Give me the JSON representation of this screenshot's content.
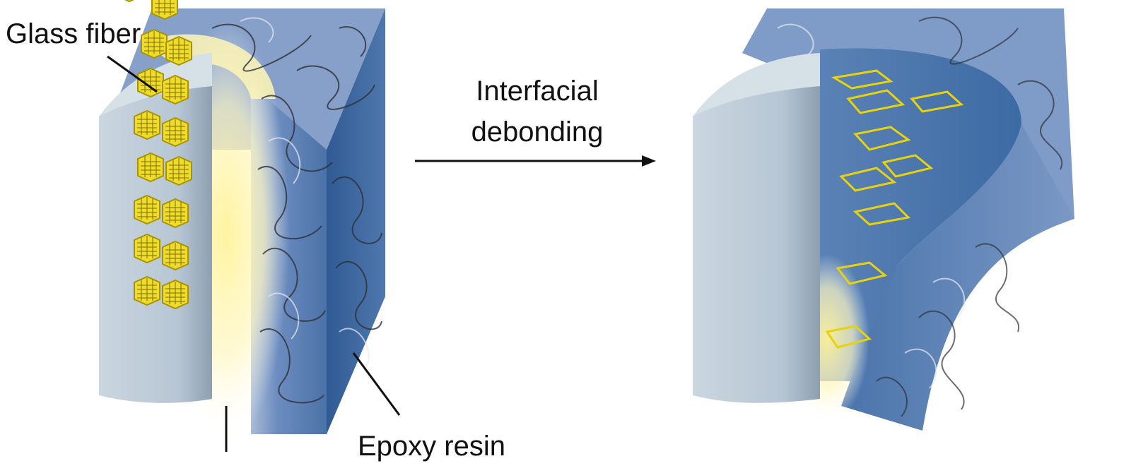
{
  "labels": {
    "glass_fiber": "Glass fiber",
    "epoxy_resin": "Epoxy resin",
    "process_line1": "Interfacial",
    "process_line2": "debonding"
  },
  "colors": {
    "fiber": "#cfd9e1",
    "fiber_shade": "#8fa0b0",
    "resin_top": "#7e97c2",
    "resin_face": "#4b73a8",
    "resin_dark": "#355f97",
    "protein": "#e8d51a",
    "protein_glow": "#fff6b0",
    "polymer": "#2e3038",
    "arrow": "#111111"
  },
  "icons": [
    "glass-fiber-cylinder",
    "protein-interphase",
    "epoxy-block",
    "polymer-network",
    "arrow-right"
  ]
}
